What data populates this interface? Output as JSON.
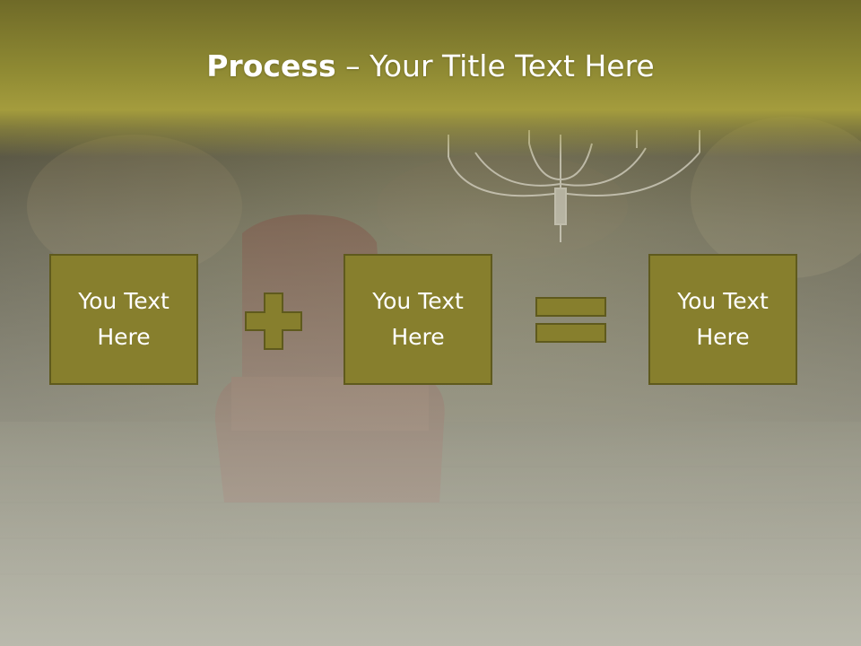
{
  "slide": {
    "title_bold": "Process",
    "title_rest": " – Your Title Text Here",
    "boxes": [
      {
        "text": "You Text\nHere"
      },
      {
        "text": "You Text\nHere"
      },
      {
        "text": "You Text\nHere"
      }
    ],
    "operators": [
      "plus-icon",
      "equals-icon"
    ],
    "colors": {
      "accent": "#877f2d",
      "accent_border": "#5f5a1d",
      "header": "#a49c3d",
      "background": "#8e8c74"
    }
  }
}
